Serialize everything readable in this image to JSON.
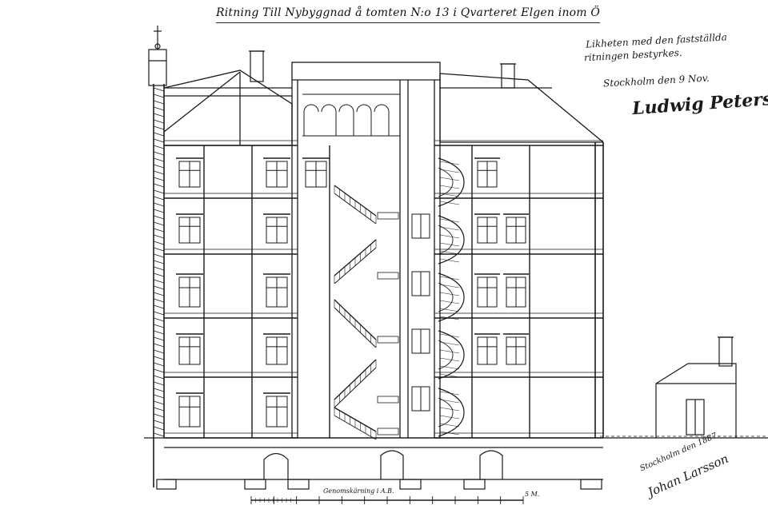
{
  "drawing": {
    "title": "Ritning Till Nybyggnad å tomten N:o 13 i Qvarteret Elgen inom Östermalms Församling.",
    "notes": {
      "approval_line1": "Likheten med den fastställda",
      "approval_line2": "ritningen bestyrkes.",
      "place_date": "Stockholm den 9 Nov.",
      "signature_top": "Ludwig Peterson",
      "stamp_date": "Stockholm den 1887.",
      "signature_bottom": "Johan Larsson"
    },
    "section_label": "Genomskärning i A.B.",
    "scale_unit": "5 M."
  }
}
